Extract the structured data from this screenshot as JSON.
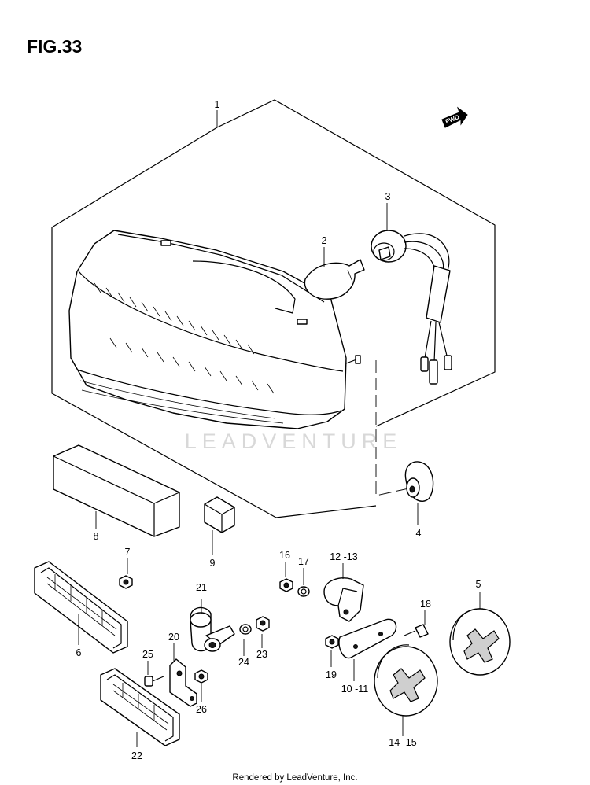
{
  "figure": {
    "title": "FIG.33"
  },
  "orientation_badge": {
    "text": "FWD"
  },
  "watermark": {
    "text": "LEADVENTURE"
  },
  "footer": {
    "text": "Rendered by LeadVenture, Inc."
  },
  "callouts": [
    {
      "id": "c1",
      "label": "1"
    },
    {
      "id": "c2",
      "label": "2"
    },
    {
      "id": "c3",
      "label": "3"
    },
    {
      "id": "c4",
      "label": "4"
    },
    {
      "id": "c5",
      "label": "5"
    },
    {
      "id": "c6",
      "label": "6"
    },
    {
      "id": "c7",
      "label": "7"
    },
    {
      "id": "c8",
      "label": "8"
    },
    {
      "id": "c9",
      "label": "9"
    },
    {
      "id": "c1011",
      "label": "10 -11"
    },
    {
      "id": "c1213",
      "label": "12 -13"
    },
    {
      "id": "c1415",
      "label": "14 -15"
    },
    {
      "id": "c16",
      "label": "16"
    },
    {
      "id": "c17",
      "label": "17"
    },
    {
      "id": "c18",
      "label": "18"
    },
    {
      "id": "c19",
      "label": "19"
    },
    {
      "id": "c20",
      "label": "20"
    },
    {
      "id": "c21",
      "label": "21"
    },
    {
      "id": "c22",
      "label": "22"
    },
    {
      "id": "c23",
      "label": "23"
    },
    {
      "id": "c24",
      "label": "24"
    },
    {
      "id": "c25",
      "label": "25"
    },
    {
      "id": "c26",
      "label": "26"
    }
  ]
}
